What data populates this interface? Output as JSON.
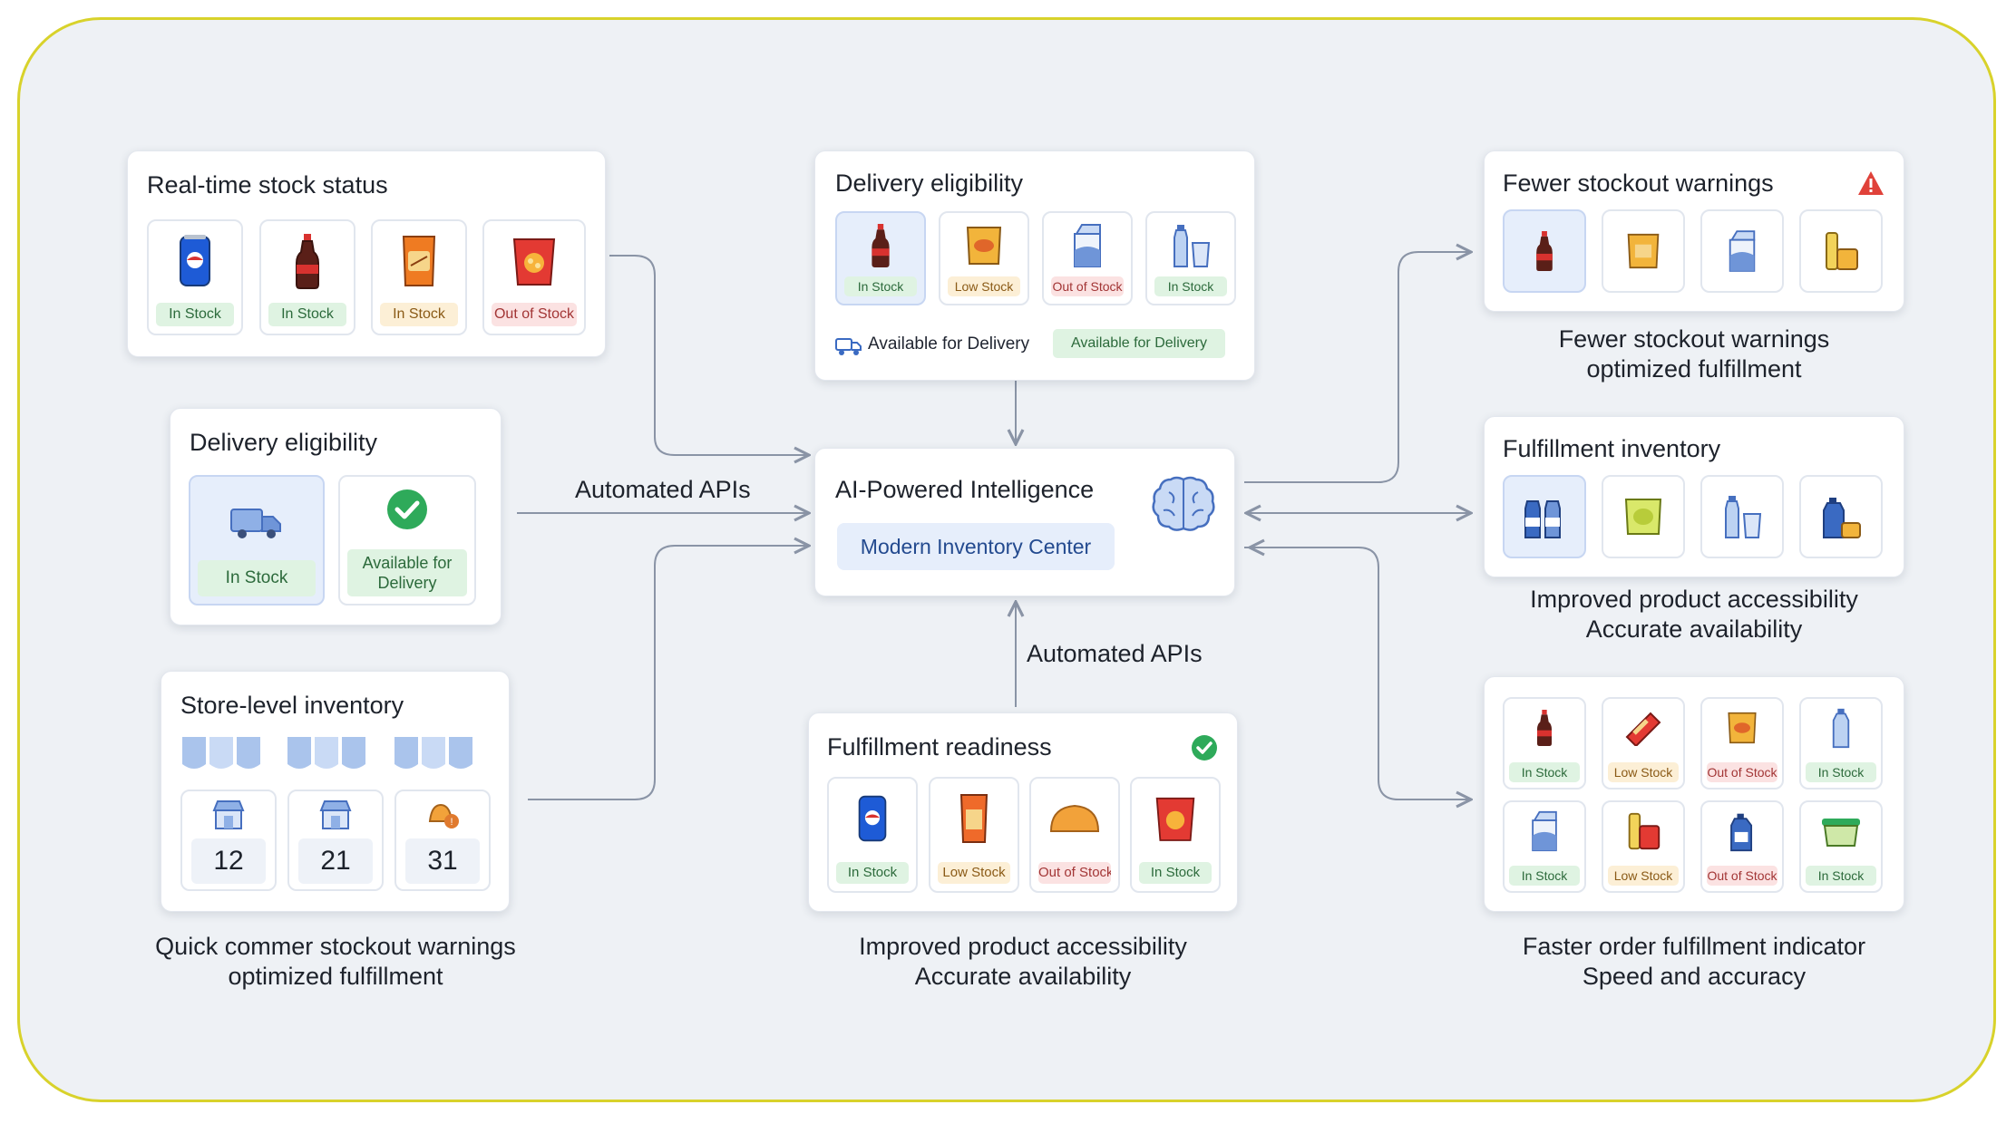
{
  "colors": {
    "frame": "#d8d22b",
    "in_stock": "#dff3e2",
    "low_stock": "#fcefd6",
    "out_of_stock": "#fbe2e2",
    "accent_blue": "#e6eefb"
  },
  "realtime": {
    "title": "Real-time stock status",
    "tiles": [
      {
        "icon": "soda-can-icon",
        "status": "In Stock"
      },
      {
        "icon": "soda-bottle-icon",
        "status": "In Stock"
      },
      {
        "icon": "snack-bag-icon",
        "status": "In Stock"
      },
      {
        "icon": "chips-bag-icon",
        "status": "Out of Stock"
      }
    ]
  },
  "delivery_left": {
    "title": "Delivery eligibility",
    "tiles": [
      {
        "icon": "delivery-truck-icon",
        "status": "In Stock"
      },
      {
        "icon": "check-circle-icon",
        "status": "Available for Delivery"
      }
    ]
  },
  "store": {
    "title": "Store-level inventory",
    "counts": [
      {
        "icon": "store-icon",
        "value": "12"
      },
      {
        "icon": "store-icon",
        "value": "21"
      },
      {
        "icon": "alert-bell-icon",
        "value": "31"
      }
    ],
    "caption_line1": "Quick commer stockout warnings",
    "caption_line2": "optimized fulfillment"
  },
  "delivery_top": {
    "title": "Delivery eligibility",
    "tiles": [
      {
        "icon": "soda-bottle-icon",
        "status": "In Stock"
      },
      {
        "icon": "snack-bag-icon",
        "status": "Low Stock"
      },
      {
        "icon": "milk-carton-icon",
        "status": "Out of Stock"
      },
      {
        "icon": "water-bottle-icon",
        "status": "In Stock"
      }
    ],
    "footer_label": "Available for Delivery",
    "footer_badge": "Available for Delivery"
  },
  "center": {
    "title": "AI-Powered Intelligence",
    "subtitle": "Modern Inventory Center",
    "icon": "brain-icon"
  },
  "connectors": {
    "left_label": "Automated APIs",
    "bottom_label": "Automated APIs"
  },
  "readiness": {
    "title": "Fulfillment readiness",
    "tiles": [
      {
        "icon": "soda-can-icon",
        "status": "In Stock"
      },
      {
        "icon": "chips-bag-icon",
        "status": "Low Stock"
      },
      {
        "icon": "bread-icon",
        "status": "Out of Stock"
      },
      {
        "icon": "chips-bag-icon",
        "status": "In Stock"
      }
    ],
    "caption_line1": "Improved product accessibility",
    "caption_line2": "Accurate availability"
  },
  "fewer": {
    "title": "Fewer stockout warnings",
    "icons": [
      "soda-bottle-icon",
      "snack-bag-icon",
      "milk-carton-icon",
      "juice-box-icon"
    ],
    "caption_line1": "Fewer stockout warnings",
    "caption_line2": "optimized fulfillment"
  },
  "fulfill_inv": {
    "title": "Fulfillment inventory",
    "icons": [
      "water-bottles-icon",
      "chips-bag-icon",
      "water-bottle-icon",
      "detergent-icon"
    ],
    "caption_line1": "Improved product accessibility",
    "caption_line2": "Accurate availability"
  },
  "faster": {
    "tiles": [
      {
        "icon": "soda-bottle-icon",
        "status": "In Stock"
      },
      {
        "icon": "candy-bar-icon",
        "status": "Low Stock"
      },
      {
        "icon": "snack-bag-icon",
        "status": "Out of Stock"
      },
      {
        "icon": "water-bottle-icon",
        "status": "In Stock"
      },
      {
        "icon": "milk-carton-icon",
        "status": "In Stock"
      },
      {
        "icon": "juice-box-icon",
        "status": "Low Stock"
      },
      {
        "icon": "detergent-icon",
        "status": "Out of Stock"
      },
      {
        "icon": "food-container-icon",
        "status": "In Stock"
      }
    ],
    "caption_line1": "Faster order fulfillment indicator",
    "caption_line2": "Speed and accuracy"
  }
}
